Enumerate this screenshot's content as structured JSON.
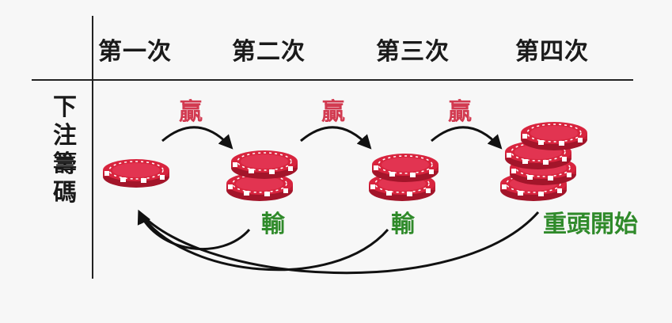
{
  "columns": [
    "第一次",
    "第二次",
    "第三次",
    "第四次"
  ],
  "row_header_chars": [
    "下",
    "注",
    "籌",
    "碼"
  ],
  "outcomes": {
    "win": "贏",
    "lose": "輸",
    "restart": "重頭開始"
  },
  "stacks": [
    {
      "column": "第一次",
      "chips": 1
    },
    {
      "column": "第二次",
      "chips": 2
    },
    {
      "column": "第三次",
      "chips": 2
    },
    {
      "column": "第四次",
      "chips": 4
    }
  ],
  "colors": {
    "chip_red": "#d8243e",
    "chip_dark": "#a3152a",
    "win_text": "#d23a50",
    "lose_text": "#2f8a2a",
    "ink": "#1a1a1a"
  }
}
